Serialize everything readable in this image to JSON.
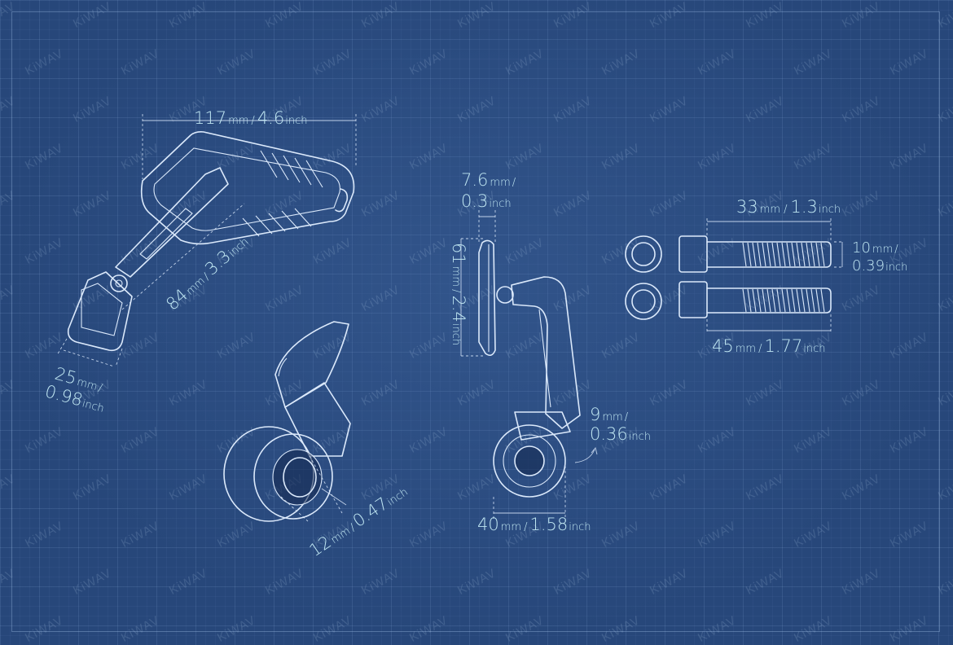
{
  "brand": {
    "watermark": "KiWAV"
  },
  "colors": {
    "background": "#27477a",
    "line": "#dbe9fb",
    "dimension_text": "#bfe6f2"
  },
  "dimensions": {
    "mirror_length": {
      "value": "117",
      "unit1": "mm",
      "sep": "/",
      "value2": "4.6",
      "unit2": "inch"
    },
    "arm_length": {
      "value": "84",
      "unit1": "mm",
      "sep": "/",
      "value2": "3.3",
      "unit2": "inch"
    },
    "head_width": {
      "value": "25",
      "unit1": "mm",
      "sep": "/",
      "value2": "0.98",
      "unit2": "inch"
    },
    "bore_diameter": {
      "value": "12",
      "unit1": "mm",
      "sep": "/",
      "value2": "0.47",
      "unit2": "inch"
    },
    "mirror_thickness": {
      "value": "7.6",
      "unit1": "mm",
      "sep": "/",
      "value2": "0.3",
      "unit2": "inch"
    },
    "mirror_height": {
      "value": "61",
      "unit1": "mm",
      "sep": "/",
      "value2": "2.4",
      "unit2": "inch"
    },
    "offset": {
      "value": "9",
      "unit1": "mm",
      "sep": "/",
      "value2": "0.36",
      "unit2": "inch"
    },
    "adapter_diameter": {
      "value": "40",
      "unit1": "mm",
      "sep": "/",
      "value2": "1.58",
      "unit2": "inch"
    },
    "bolt_short": {
      "value": "33",
      "unit1": "mm",
      "sep": "/",
      "value2": "1.3",
      "unit2": "inch"
    },
    "bolt_long": {
      "value": "45",
      "unit1": "mm",
      "sep": "/",
      "value2": "1.77",
      "unit2": "inch"
    },
    "bolt_diameter": {
      "value": "10",
      "unit1": "mm",
      "sep": "/",
      "value2": "0.39",
      "unit2": "inch"
    }
  }
}
